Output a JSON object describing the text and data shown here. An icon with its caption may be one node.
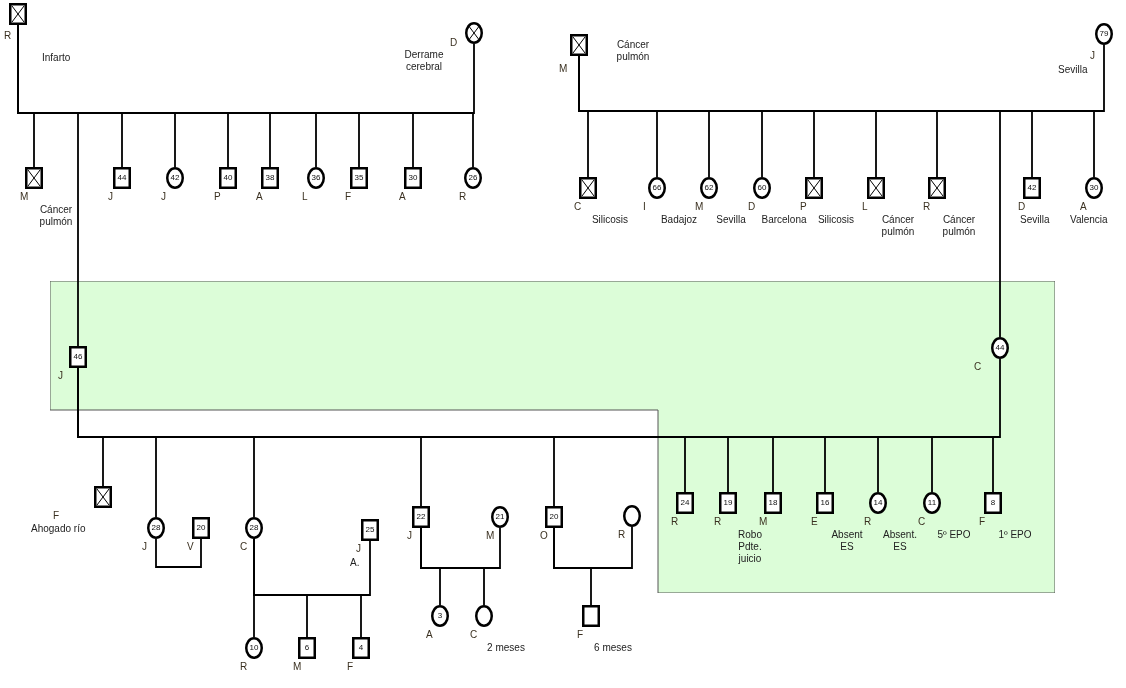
{
  "diagram": {
    "nodes": [
      {
        "text": [],
        "shape": "crossed-box",
        "beside": [
          "R",
          "Infarto"
        ]
      },
      {
        "text": [],
        "shape": "crossed-circle",
        "beside": [
          "D",
          "Derrame cerebral"
        ]
      },
      {
        "text": [],
        "shape": "crossed-box",
        "beside": [
          "M",
          "Cáncer pulmón"
        ]
      },
      {
        "text": [
          "44"
        ],
        "beside": [
          "J"
        ]
      },
      {
        "text": [
          "42"
        ],
        "beside": [
          "J"
        ]
      },
      {
        "text": [
          "40"
        ],
        "beside": [
          "P"
        ]
      },
      {
        "text": [
          "38"
        ],
        "beside": [
          "A"
        ]
      },
      {
        "text": [
          "36"
        ],
        "beside": [
          "L"
        ]
      },
      {
        "text": [
          "35"
        ],
        "beside": [
          "F"
        ]
      },
      {
        "text": [
          "30"
        ],
        "beside": [
          "A"
        ]
      },
      {
        "text": [
          "26"
        ],
        "beside": [
          "R"
        ]
      },
      {
        "text": [],
        "shape": "crossed-box",
        "beside": [
          "M",
          "Cáncer pulmón"
        ]
      },
      {
        "text": [
          "79"
        ],
        "beside": [
          "J",
          "Sevilla"
        ]
      },
      {
        "text": [],
        "shape": "crossed-box",
        "beside": [
          "C",
          "Silicosis"
        ]
      },
      {
        "text": [
          "66"
        ],
        "beside": [
          "I",
          "Badajoz"
        ]
      },
      {
        "text": [
          "62"
        ],
        "beside": [
          "M",
          "Sevilla"
        ]
      },
      {
        "text": [
          "60"
        ],
        "beside": [
          "D",
          "Barcelona"
        ]
      },
      {
        "text": [],
        "shape": "crossed-box",
        "beside": [
          "P",
          "Silicosis"
        ]
      },
      {
        "text": [],
        "shape": "crossed-box",
        "beside": [
          "L",
          "Cáncer pulmón"
        ]
      },
      {
        "text": [],
        "shape": "crossed-box",
        "beside": [
          "R",
          "Cáncer pulmón"
        ]
      },
      {
        "text": [
          "42"
        ],
        "beside": [
          "D",
          "Sevilla"
        ]
      },
      {
        "text": [
          "30"
        ],
        "beside": [
          "A",
          "Valencia"
        ]
      },
      {
        "text": [],
        "shape": "box"
      },
      {
        "text": [
          "46"
        ],
        "beside": [
          "J"
        ],
        "in": 22
      },
      {
        "text": [
          "44"
        ],
        "beside": [
          "C"
        ],
        "in": 22
      },
      {
        "text": [],
        "shape": "crossed-box",
        "beside": [
          "F",
          "Ahogado río"
        ]
      },
      {
        "text": [
          "28"
        ],
        "beside": [
          "J"
        ]
      },
      {
        "text": [
          "20"
        ],
        "beside": [
          "V"
        ]
      },
      {
        "text": [
          "28"
        ],
        "beside": [
          "C"
        ]
      },
      {
        "text": [
          "25"
        ],
        "beside": [
          "J",
          "A."
        ]
      },
      {
        "text": [
          "10"
        ],
        "beside": [
          "R"
        ]
      },
      {
        "text": [
          "6"
        ],
        "beside": [
          "M"
        ]
      },
      {
        "text": [
          "4"
        ],
        "beside": [
          "F"
        ]
      },
      {
        "text": [
          "22"
        ],
        "beside": [
          "J"
        ]
      },
      {
        "text": [
          "21"
        ],
        "beside": [
          "M"
        ]
      },
      {
        "text": [
          "20"
        ],
        "beside": [
          "O"
        ]
      },
      {
        "text": [],
        "shape": "circle",
        "beside": [
          "R"
        ]
      },
      {
        "text": [
          "3"
        ],
        "beside": [
          "A"
        ]
      },
      {
        "text": [],
        "shape": "circle",
        "beside": [
          "C",
          "2 meses"
        ]
      },
      {
        "text": [],
        "shape": "box",
        "beside": [
          "F",
          "6 meses"
        ]
      },
      {
        "text": [
          "24"
        ],
        "beside": [
          "R"
        ],
        "in": 22
      },
      {
        "text": [
          "19"
        ],
        "beside": [
          "R",
          "Robo Pdte. juicio"
        ],
        "in": 22
      },
      {
        "text": [
          "18"
        ],
        "beside": [
          "M"
        ],
        "in": 22
      },
      {
        "text": [
          "16"
        ],
        "beside": [
          "E",
          "Absent ES"
        ],
        "in": 22
      },
      {
        "text": [
          "14"
        ],
        "beside": [
          "R",
          "Absent. ES"
        ],
        "in": 22
      },
      {
        "text": [
          "11"
        ],
        "beside": [
          "C",
          "5º EPO"
        ],
        "in": 22
      },
      {
        "text": [
          "8"
        ],
        "beside": [
          "F",
          "1º EPO"
        ],
        "in": 22
      }
    ],
    "edges": [
      {
        "from": 0,
        "to": 1,
        "arrow": "none"
      },
      {
        "from": 0,
        "to": 2,
        "arrow": "none"
      },
      {
        "from": 0,
        "to": 23,
        "arrow": "none"
      },
      {
        "from": 0,
        "to": 3,
        "arrow": "none"
      },
      {
        "from": 0,
        "to": 4,
        "arrow": "none"
      },
      {
        "from": 0,
        "to": 5,
        "arrow": "none"
      },
      {
        "from": 0,
        "to": 6,
        "arrow": "none"
      },
      {
        "from": 0,
        "to": 7,
        "arrow": "none"
      },
      {
        "from": 0,
        "to": 8,
        "arrow": "none"
      },
      {
        "from": 0,
        "to": 9,
        "arrow": "none"
      },
      {
        "from": 0,
        "to": 10,
        "arrow": "none"
      },
      {
        "from": 11,
        "to": 12,
        "arrow": "none"
      },
      {
        "from": 11,
        "to": 13,
        "arrow": "none"
      },
      {
        "from": 11,
        "to": 14,
        "arrow": "none"
      },
      {
        "from": 11,
        "to": 15,
        "arrow": "none"
      },
      {
        "from": 11,
        "to": 16,
        "arrow": "none"
      },
      {
        "from": 11,
        "to": 17,
        "arrow": "none"
      },
      {
        "from": 11,
        "to": 18,
        "arrow": "none"
      },
      {
        "from": 11,
        "to": 19,
        "arrow": "none"
      },
      {
        "from": 11,
        "to": 24,
        "arrow": "none"
      },
      {
        "from": 11,
        "to": 20,
        "arrow": "none"
      },
      {
        "from": 11,
        "to": 21,
        "arrow": "none"
      },
      {
        "from": 23,
        "to": 24,
        "arrow": "none"
      },
      {
        "from": 23,
        "to": 25,
        "arrow": "none"
      },
      {
        "from": 23,
        "to": 26,
        "arrow": "none"
      },
      {
        "from": 23,
        "to": 28,
        "arrow": "none"
      },
      {
        "from": 23,
        "to": 33,
        "arrow": "none"
      },
      {
        "from": 23,
        "to": 35,
        "arrow": "none"
      },
      {
        "from": 23,
        "to": 40,
        "arrow": "none"
      },
      {
        "from": 23,
        "to": 41,
        "arrow": "none"
      },
      {
        "from": 23,
        "to": 42,
        "arrow": "none"
      },
      {
        "from": 23,
        "to": 43,
        "arrow": "none"
      },
      {
        "from": 23,
        "to": 44,
        "arrow": "none"
      },
      {
        "from": 23,
        "to": 45,
        "arrow": "none"
      },
      {
        "from": 23,
        "to": 46,
        "arrow": "none"
      },
      {
        "from": 26,
        "to": 27,
        "arrow": "none"
      },
      {
        "from": 28,
        "to": 29,
        "arrow": "none"
      },
      {
        "from": 28,
        "to": 30,
        "arrow": "none"
      },
      {
        "from": 28,
        "to": 31,
        "arrow": "none"
      },
      {
        "from": 28,
        "to": 32,
        "arrow": "none"
      },
      {
        "from": 33,
        "to": 34,
        "arrow": "none"
      },
      {
        "from": 33,
        "to": 37,
        "arrow": "none"
      },
      {
        "from": 33,
        "to": 38,
        "arrow": "none"
      },
      {
        "from": 35,
        "to": 36,
        "arrow": "none"
      },
      {
        "from": 35,
        "to": 39,
        "arrow": "none"
      }
    ]
  }
}
